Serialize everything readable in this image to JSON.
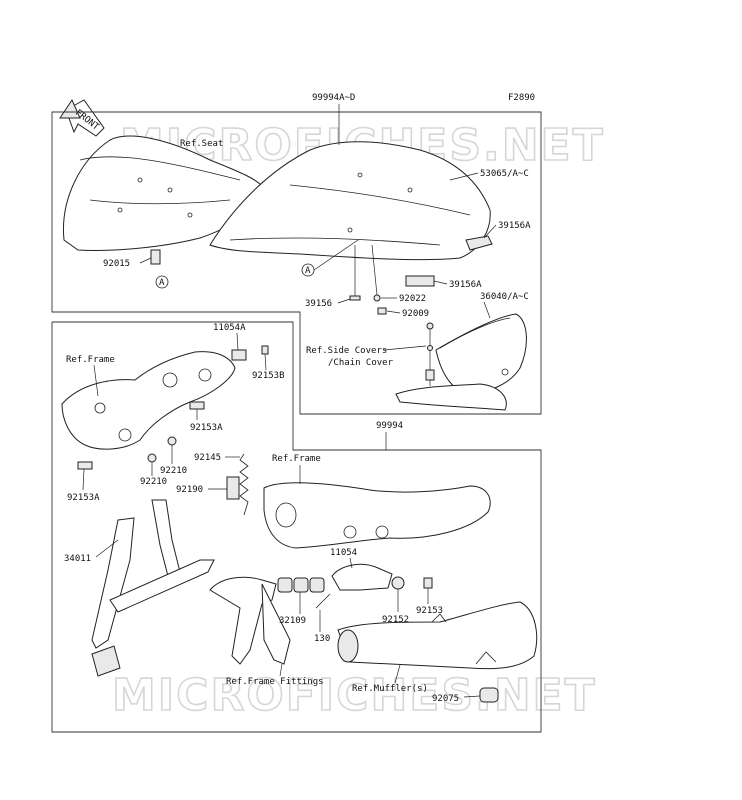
{
  "figure_code": "F2890",
  "front_arrow": "FRONT",
  "watermark": "MICROFICHES.NET",
  "labels": {
    "seat_cover_kit": "99994A~D",
    "ref_seat": "Ref.Seat",
    "cover_53065": "53065/A~C",
    "p_39156a_1": "39156A",
    "p_39156a_2": "39156A",
    "p_92015": "92015",
    "circle_a_1": "A",
    "circle_a_2": "A",
    "p_39156": "39156",
    "p_92022": "92022",
    "p_92009": "92009",
    "p_36040": "36040/A~C",
    "ref_side_covers": "Ref.Side Covers",
    "ref_chain_cover": "/Chain Cover",
    "p_11054a": "11054A",
    "ref_frame_1": "Ref.Frame",
    "p_92153b": "92153B",
    "p_92153a_1": "92153A",
    "p_92210_1": "92210",
    "p_92210_2": "92210",
    "p_92145": "92145",
    "p_92190": "92190",
    "p_92153a_2": "92153A",
    "p_34011": "34011",
    "stand_kit": "99994",
    "ref_frame_2": "Ref.Frame",
    "p_11054": "11054",
    "p_32109": "32109",
    "p_92152": "92152",
    "p_92153": "92153",
    "p_130": "130",
    "ref_frame_fittings": "Ref.Frame Fittings",
    "ref_muffler": "Ref.Muffler(s)",
    "p_92075": "92075"
  }
}
